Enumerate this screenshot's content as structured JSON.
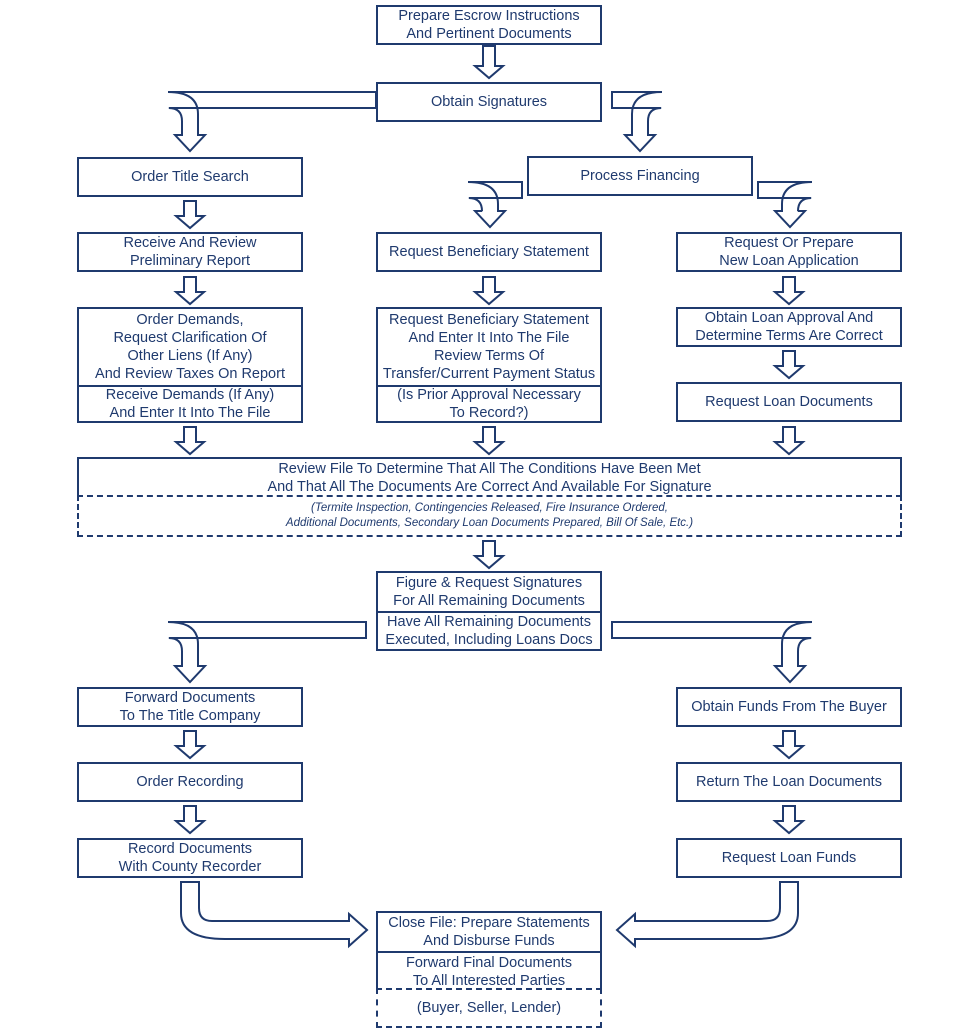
{
  "colors": {
    "stroke": "#1f3a6e",
    "fill": "#ffffff"
  },
  "boxes": {
    "prepare_escrow": "Prepare Escrow Instructions\nAnd Pertinent Documents",
    "obtain_signatures": "Obtain Signatures",
    "order_title_search": "Order Title Search",
    "process_financing": "Process Financing",
    "receive_review_prelim": "Receive And Review\nPreliminary Report",
    "request_beneficiary": "Request Beneficiary Statement",
    "request_new_loan_app": "Request Or Prepare\nNew Loan Application",
    "order_demands": "Order Demands,\nRequest Clarification Of\nOther Liens (If Any)\nAnd Review Taxes On Report",
    "receive_demands": "Receive Demands (If Any)\nAnd Enter It Into The File",
    "request_beneficiary_enter": "Request Beneficiary Statement\nAnd Enter It Into The File\nReview Terms Of\nTransfer/Current Payment Status",
    "prior_approval": "(Is Prior Approval Necessary\nTo Record?)",
    "obtain_loan_approval": "Obtain Loan Approval And\nDetermine Terms Are Correct",
    "request_loan_documents": "Request Loan Documents",
    "review_file": "Review File To Determine That All The Conditions Have Been Met\nAnd That All The Documents Are Correct And Available For Signature",
    "review_file_note": "(Termite Inspection, Contingencies Released, Fire Insurance Ordered,\nAdditional Documents, Secondary Loan Documents Prepared, Bill Of Sale, Etc.)",
    "figure_request": "Figure & Request Signatures\nFor All Remaining Documents",
    "have_executed": "Have All Remaining Documents\nExecuted, Including Loans Docs",
    "forward_title": "Forward Documents\nTo The Title Company",
    "obtain_funds": "Obtain Funds From The Buyer",
    "order_recording": "Order Recording",
    "return_loan_docs": "Return The Loan Documents",
    "record_documents": "Record Documents\nWith County Recorder",
    "request_loan_funds": "Request Loan Funds",
    "close_file": "Close File: Prepare Statements\nAnd Disburse Funds",
    "forward_final": "Forward Final Documents\nTo All Interested Parties",
    "close_note": "(Buyer, Seller, Lender)"
  }
}
